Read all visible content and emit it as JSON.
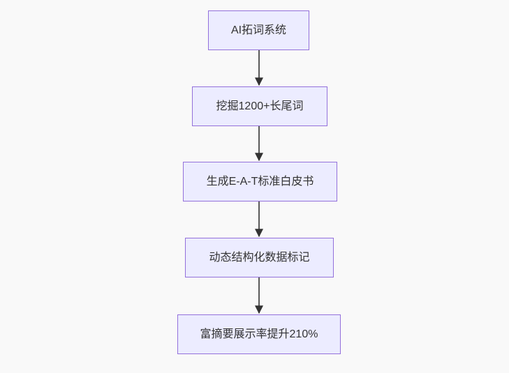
{
  "flowchart": {
    "type": "flowchart",
    "direction": "top-down",
    "nodes": [
      {
        "id": "n1",
        "label": "AI拓词系统"
      },
      {
        "id": "n2",
        "label": "挖掘1200+长尾词"
      },
      {
        "id": "n3",
        "label": "生成E-A-T标准白皮书"
      },
      {
        "id": "n4",
        "label": "动态结构化数据标记"
      },
      {
        "id": "n5",
        "label": "富摘要展示率提升210%"
      }
    ],
    "edges": [
      {
        "from": "n1",
        "to": "n2"
      },
      {
        "from": "n2",
        "to": "n3"
      },
      {
        "from": "n3",
        "to": "n4"
      },
      {
        "from": "n4",
        "to": "n5"
      }
    ],
    "colors": {
      "background": "#f9f9f9",
      "node_fill": "#ECECFF",
      "node_border": "#9370DB",
      "node_text": "#333333",
      "edge_line": "#5a5a5a",
      "arrowhead": "#333333"
    }
  }
}
